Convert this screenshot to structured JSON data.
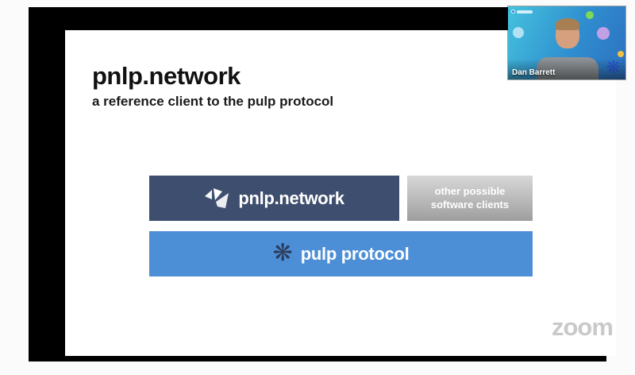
{
  "slide": {
    "title": "pnlp.network",
    "subtitle": "a reference client to the pulp protocol",
    "diagram": {
      "client_box": "pnlp.network",
      "other_clients_box": "other possible software clients",
      "protocol_box": "pulp protocol",
      "protocol_icon_glyph": "❋"
    }
  },
  "webcam": {
    "participant_name": "Dan Barrett",
    "decor_icon_glyph": "❋"
  },
  "watermark_text": "zoom",
  "colors": {
    "client_box_bg": "#3e4e6e",
    "protocol_box_bg": "#4d8fd6",
    "other_box_top": "#d8d8d8",
    "other_box_bottom": "#9e9e9e",
    "protocol_icon": "#2c3c5c",
    "webcam_bg_start": "#45c2de",
    "webcam_bg_end": "#2e6fc0"
  }
}
